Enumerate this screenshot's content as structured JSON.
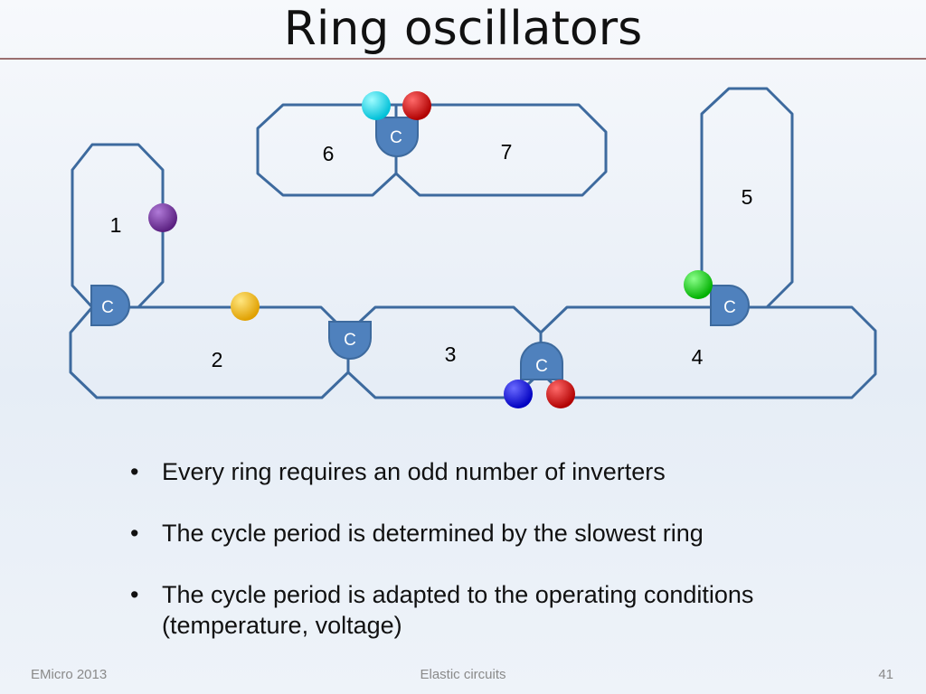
{
  "slide": {
    "title": "Ring oscillators",
    "bullet_marker": "•",
    "bullets": [
      "Every ring requires an odd number of inverters",
      "The cycle period is determined by the slowest ring",
      "The cycle period is adapted to the operating conditions (temperature, voltage)"
    ],
    "footer_left": "EMicro 2013",
    "footer_center": "Elastic circuits",
    "footer_right": "41"
  },
  "diagram": {
    "ring_labels": [
      "1",
      "2",
      "3",
      "4",
      "5",
      "6",
      "7"
    ],
    "c_label": "C",
    "colors": {
      "ring_stroke": "#3d6a9e",
      "c_fill": "#4f81bd",
      "token_purple": "#7030a0",
      "token_yellow": "#ffc000",
      "token_cyan": "#00e5f0",
      "token_red": "#e00000",
      "token_green": "#00dd00",
      "token_blue": "#0000ee"
    }
  }
}
